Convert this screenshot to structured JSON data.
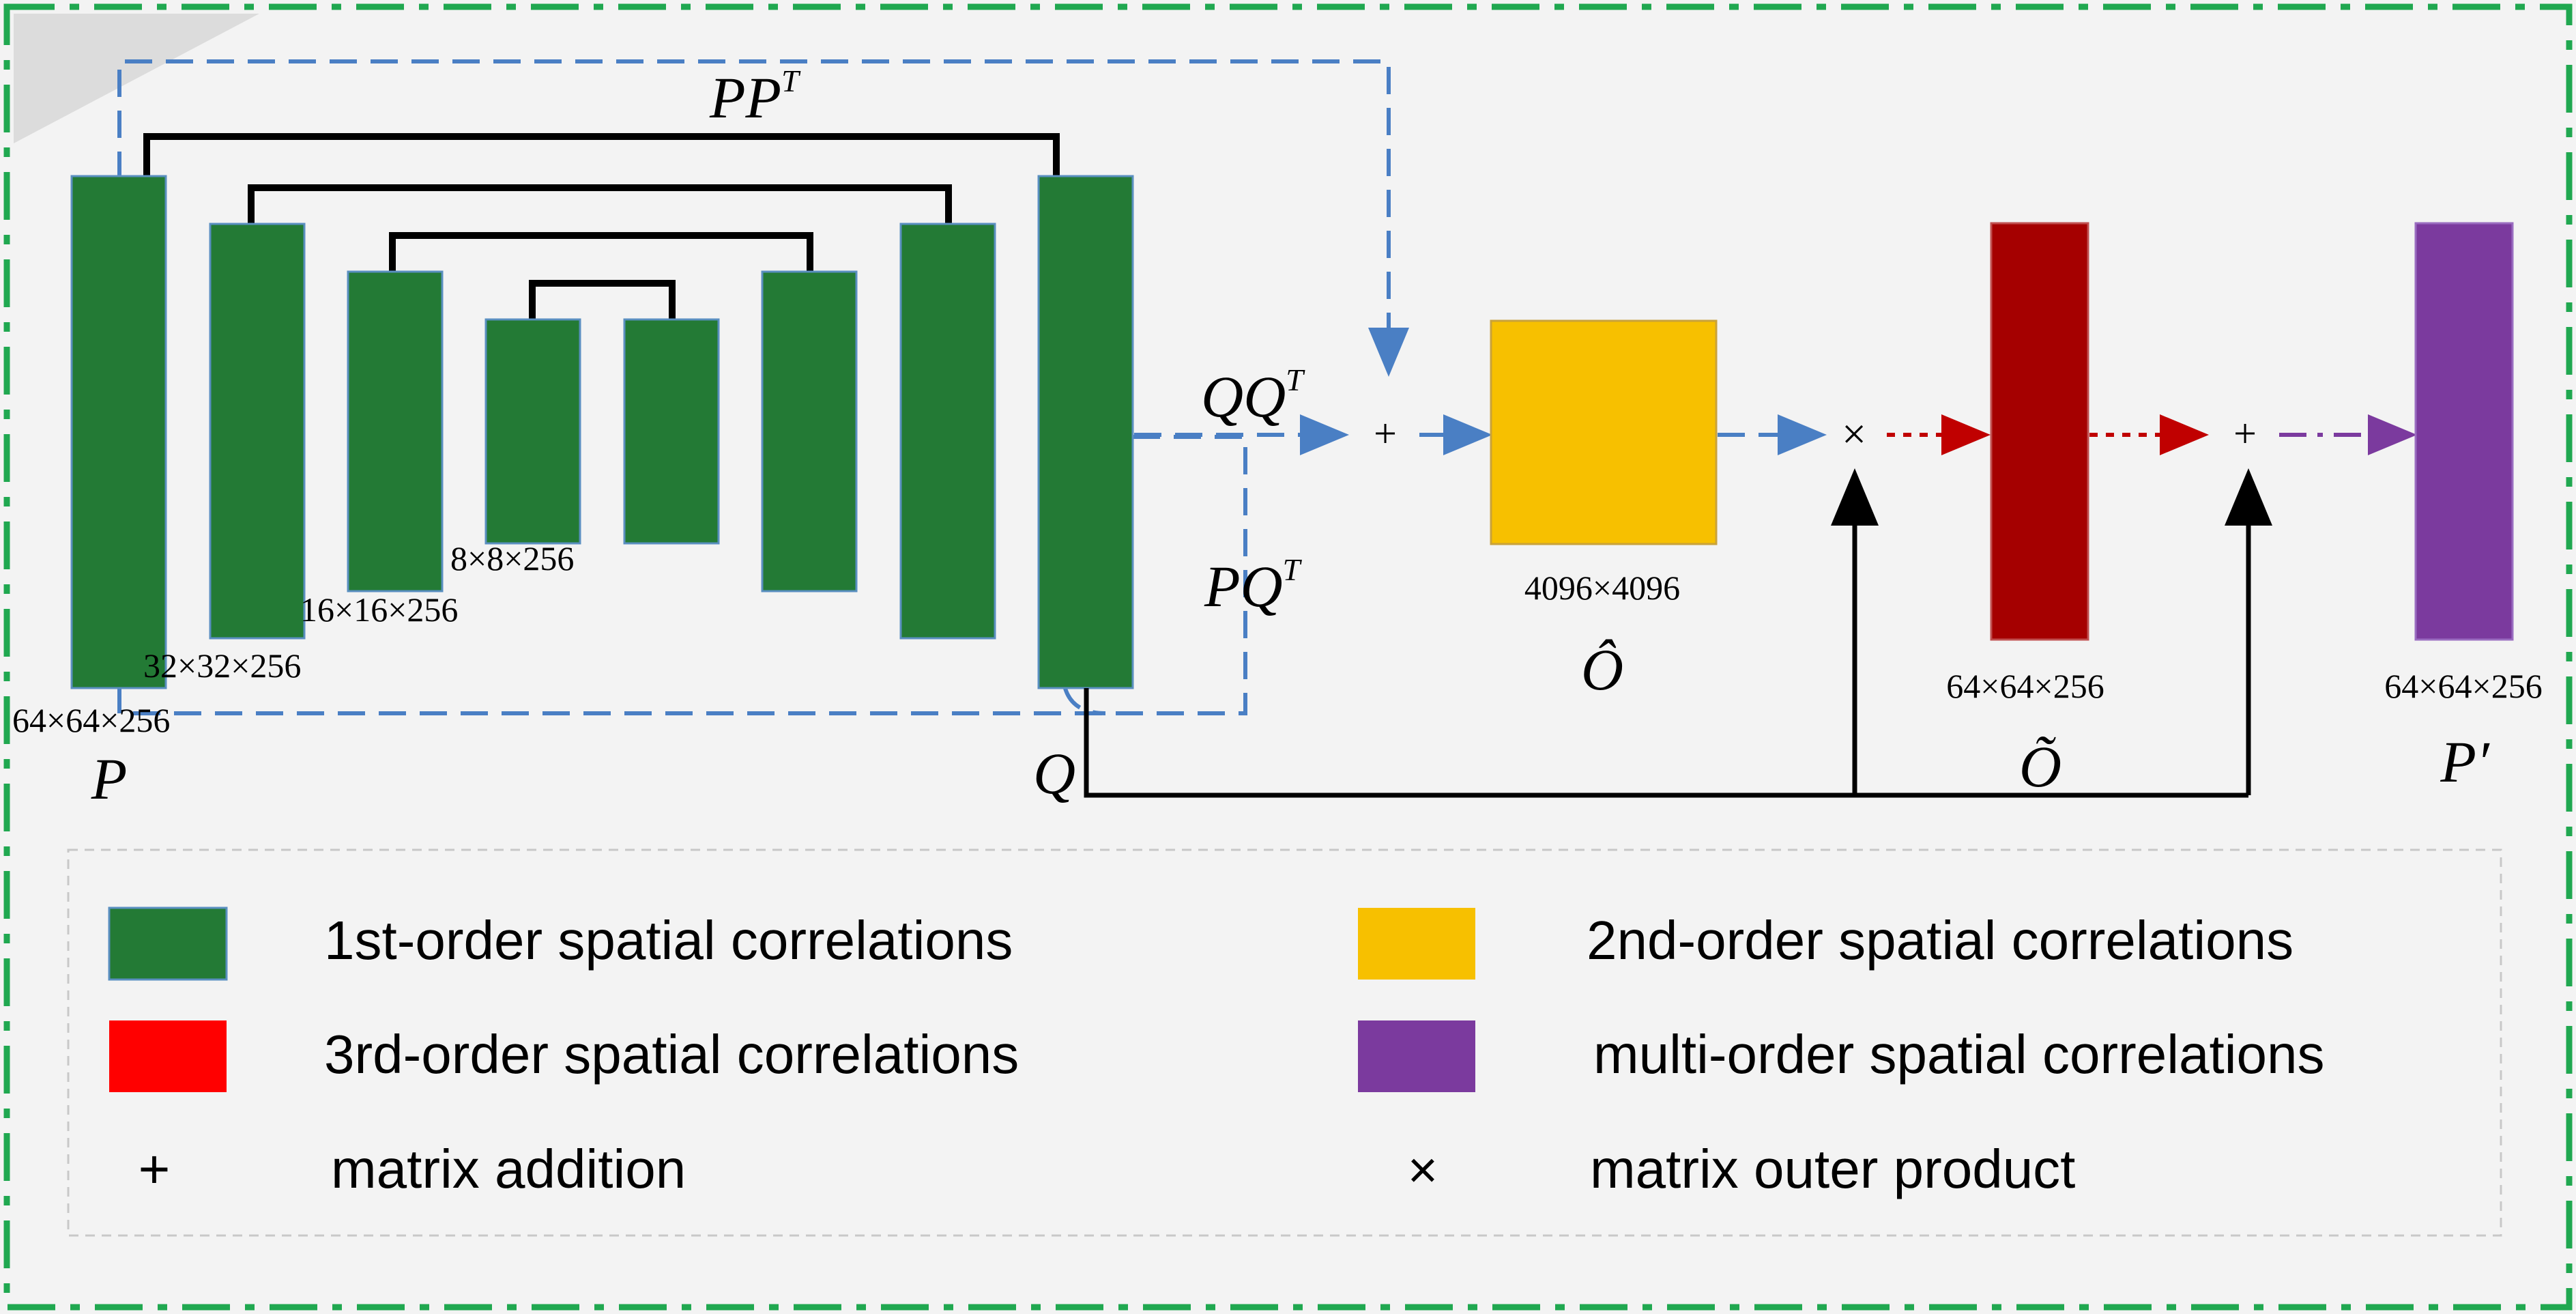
{
  "diagram": {
    "labels": {
      "pp_t": "PP",
      "pp_t_sup": "T",
      "qq_t": "QQ",
      "qq_t_sup": "T",
      "pq_t": "PQ",
      "pq_t_sup": "T",
      "p": "P",
      "q": "Q",
      "o_hat": "Ô",
      "o_tilde": "Õ",
      "p_prime": "P′",
      "plus_1": "+",
      "times_1": "×",
      "plus_2": "+"
    },
    "dims": {
      "d_64": "64×64×256",
      "d_32": "32×32×256",
      "d_16": "16×16×256",
      "d_8": "8×8×256",
      "d_4096": "4096×4096",
      "d_o_tilde": "64×64×256",
      "d_p_prime": "64×64×256"
    },
    "colors": {
      "first_order": "#237a35",
      "second_order": "#f7c000",
      "third_order": "#a50000",
      "multi_order": "#7b3a9e",
      "flow_blue": "#4a7fc4",
      "flow_red": "#c00000",
      "flow_purple": "#7b3a9e",
      "frame_green": "#20a850"
    }
  },
  "legend": {
    "items": [
      {
        "swatch_color": "#237a35",
        "label": "1st-order spatial  correlations"
      },
      {
        "swatch_color": "#f7c000",
        "label": "2nd-order spatial  correlations"
      },
      {
        "swatch_color": "#ff0000",
        "label": "3rd-order spatial  correlations"
      },
      {
        "swatch_color": "#7b3a9e",
        "label": "multi-order spatial correlations"
      }
    ],
    "plus_symbol": "+",
    "plus_label": "matrix addition",
    "times_symbol": "×",
    "times_label": "matrix  outer product"
  }
}
